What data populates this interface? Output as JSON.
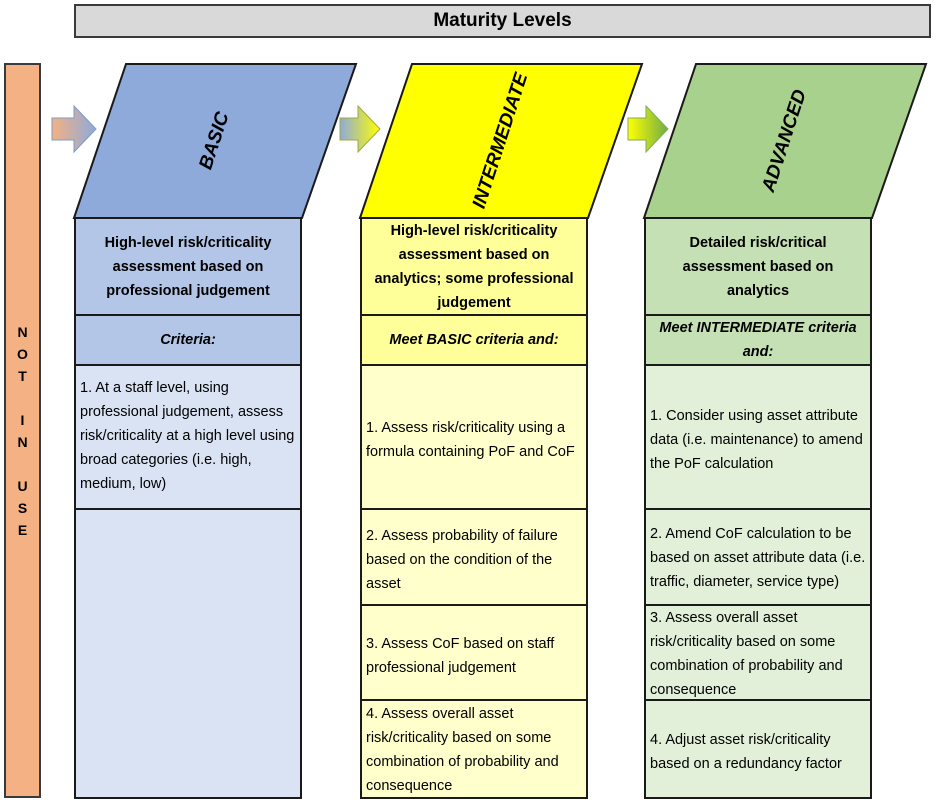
{
  "title": "Maturity Levels",
  "side_label_lines": [
    "N",
    "O",
    "T",
    "",
    "I",
    "N",
    "",
    "U",
    "S",
    "E"
  ],
  "colors": {
    "basic_shape": "#8eaadb",
    "basic_head": "#b4c6e7",
    "basic_body": "#dae3f3",
    "intermediate_shape": "#ffff00",
    "intermediate_head": "#ffff99",
    "intermediate_body": "#ffffcc",
    "advanced_shape": "#a9d18e",
    "advanced_head": "#c5e0b4",
    "advanced_body": "#e2f0d9",
    "side_bar": "#f4b183",
    "title_bar": "#d9d9d9"
  },
  "levels": [
    {
      "name": "BASIC",
      "description": "High-level risk/criticality assessment based on professional judgement",
      "criteria": "Criteria:",
      "items": [
        "1. At a staff level, using professional judgement, assess risk/criticality at a high level using broad categories (i.e. high, medium, low)"
      ]
    },
    {
      "name": "INTERMEDIATE",
      "description": "High-level risk/criticality assessment based on analytics; some professional judgement",
      "criteria": "Meet BASIC criteria and:",
      "items": [
        "1.  Assess risk/criticality using a formula containing PoF and CoF",
        "2.  Assess probability of failure  based on the condition of the asset",
        "3.  Assess CoF based on staff professional judgement",
        "4.  Assess overall asset risk/criticality based on some combination of probability and consequence"
      ]
    },
    {
      "name": "ADVANCED",
      "description": "Detailed risk/critical assessment based on analytics",
      "criteria": "Meet INTERMEDIATE criteria and:",
      "items": [
        "1.  Consider using asset attribute data (i.e. maintenance) to amend the PoF calculation",
        "2.  Amend CoF calculation to be based on asset attribute data (i.e. traffic, diameter, service type)",
        "3.  Assess overall asset risk/criticality based on some combination of probability and consequence",
        "4.  Adjust asset risk/criticality based on a redundancy factor"
      ]
    }
  ]
}
